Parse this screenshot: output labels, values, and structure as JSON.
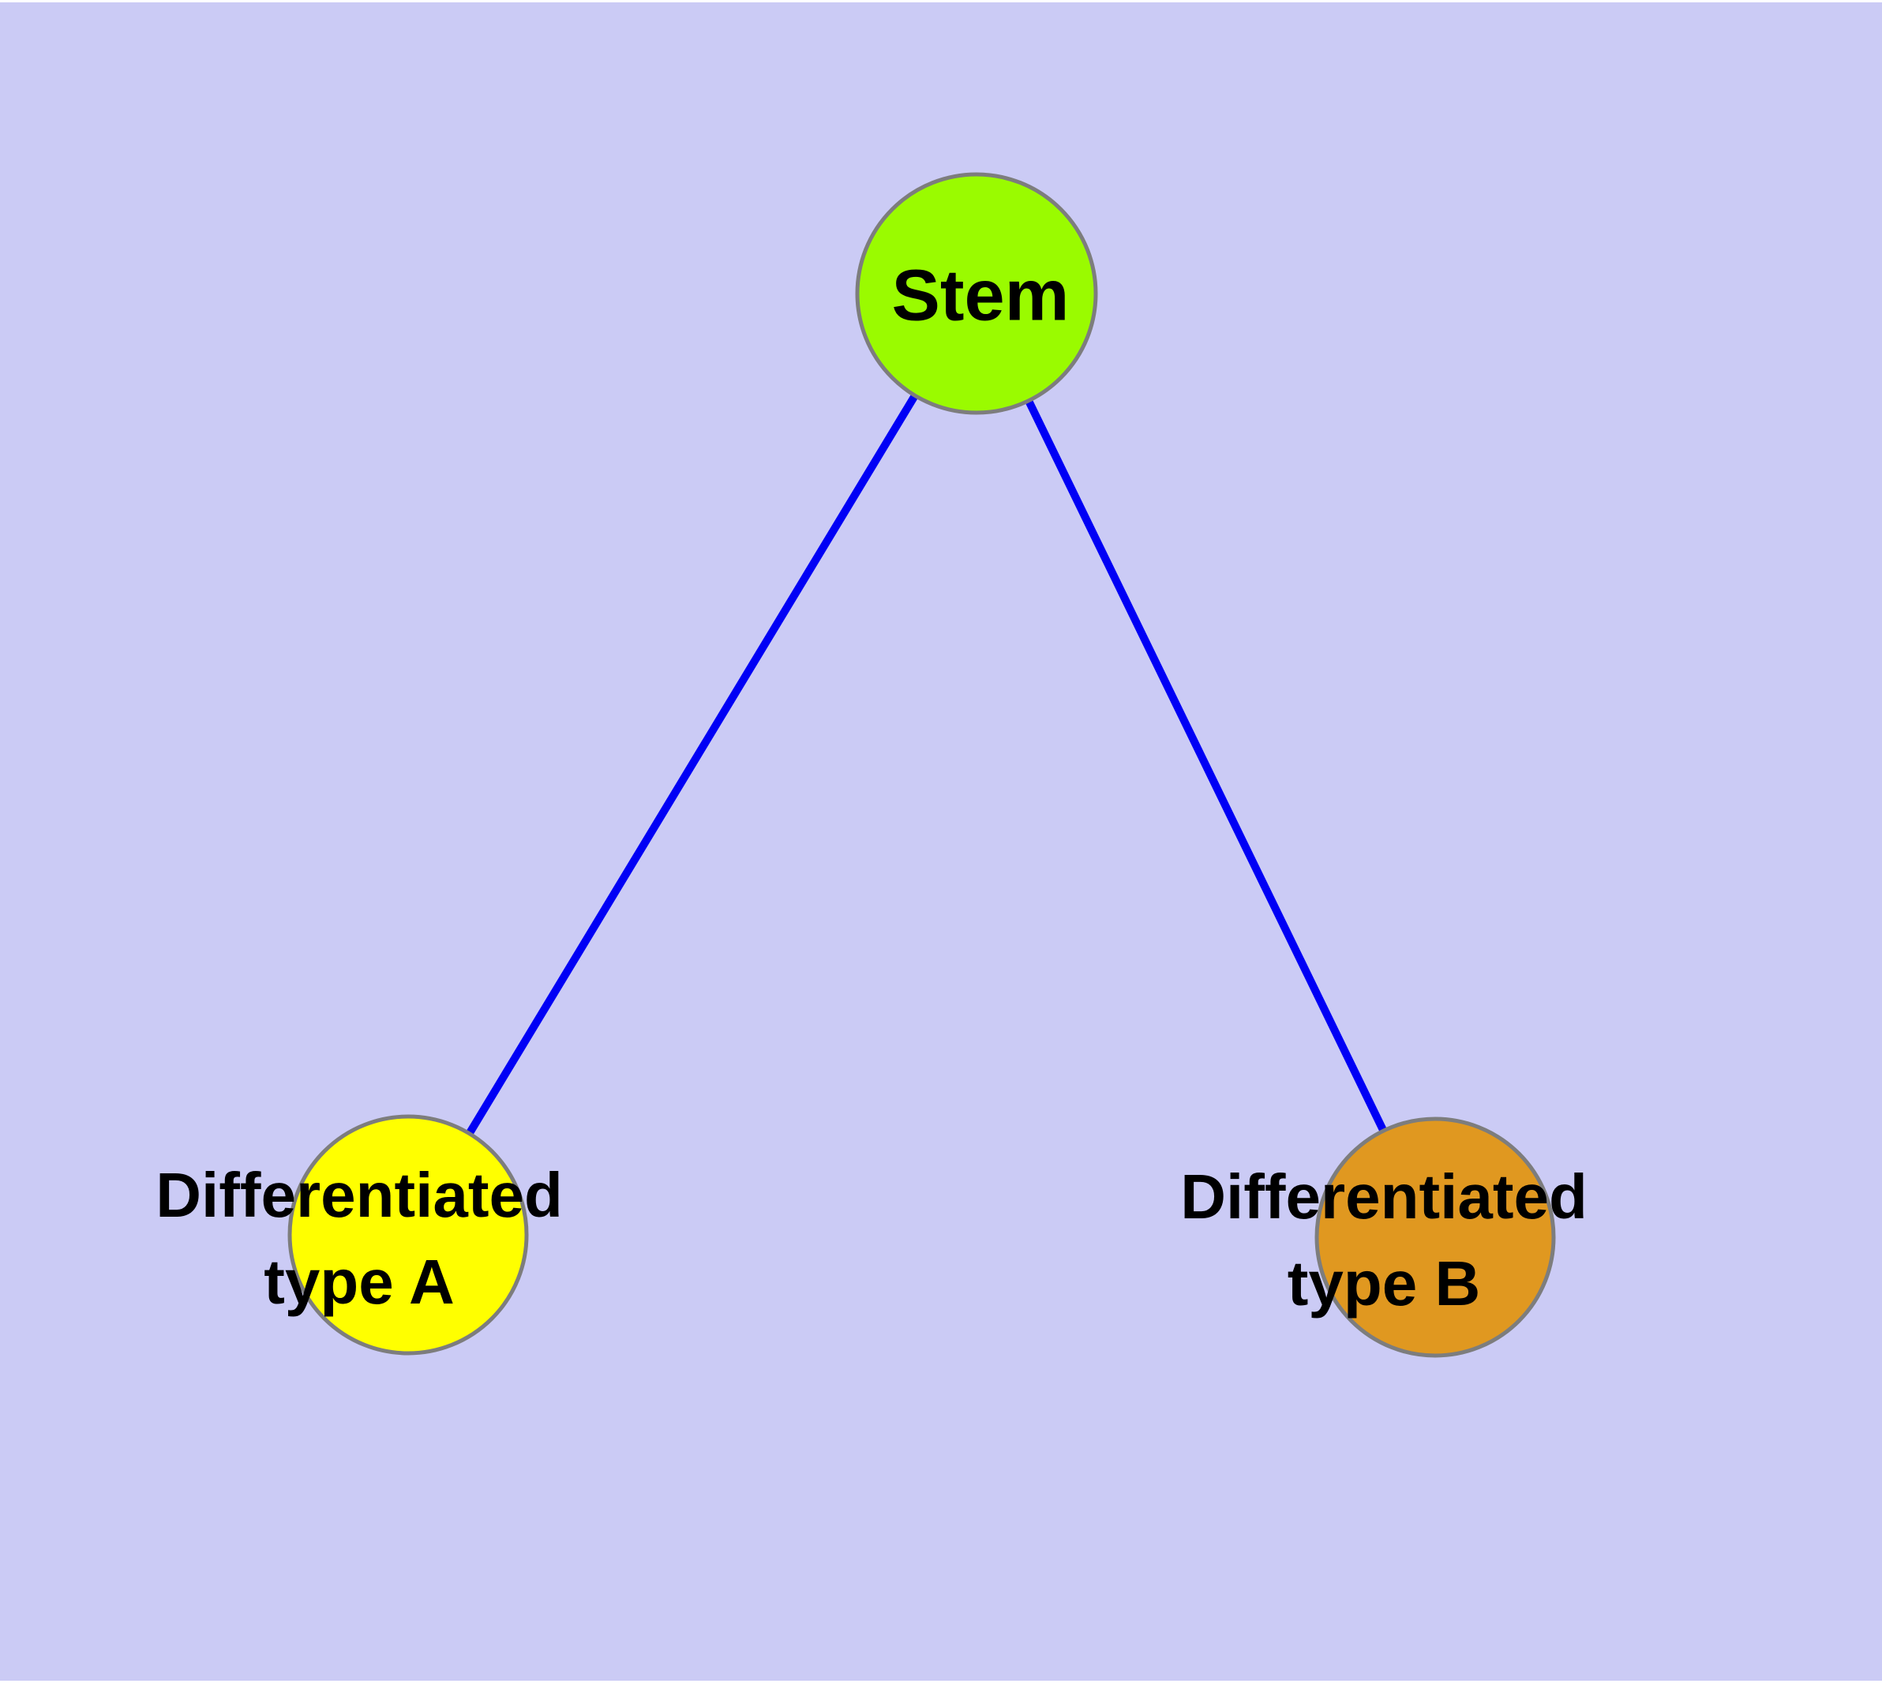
{
  "diagram": {
    "type": "graph",
    "background_color": "#cbcbf5",
    "edge_color": "#0000f5",
    "node_border_color": "#7d7d7d",
    "text_color": "#000000",
    "nodes": [
      {
        "id": "stem",
        "label": "Stem",
        "fill": "#9afb00"
      },
      {
        "id": "type-a",
        "label": "Differentiated\ntype A",
        "fill": "#ffff00"
      },
      {
        "id": "type-b",
        "label": "Differentiated\ntype B",
        "fill": "#e09820"
      }
    ],
    "edges": [
      {
        "from": "stem",
        "to": "type-a"
      },
      {
        "from": "stem",
        "to": "type-b"
      }
    ]
  }
}
